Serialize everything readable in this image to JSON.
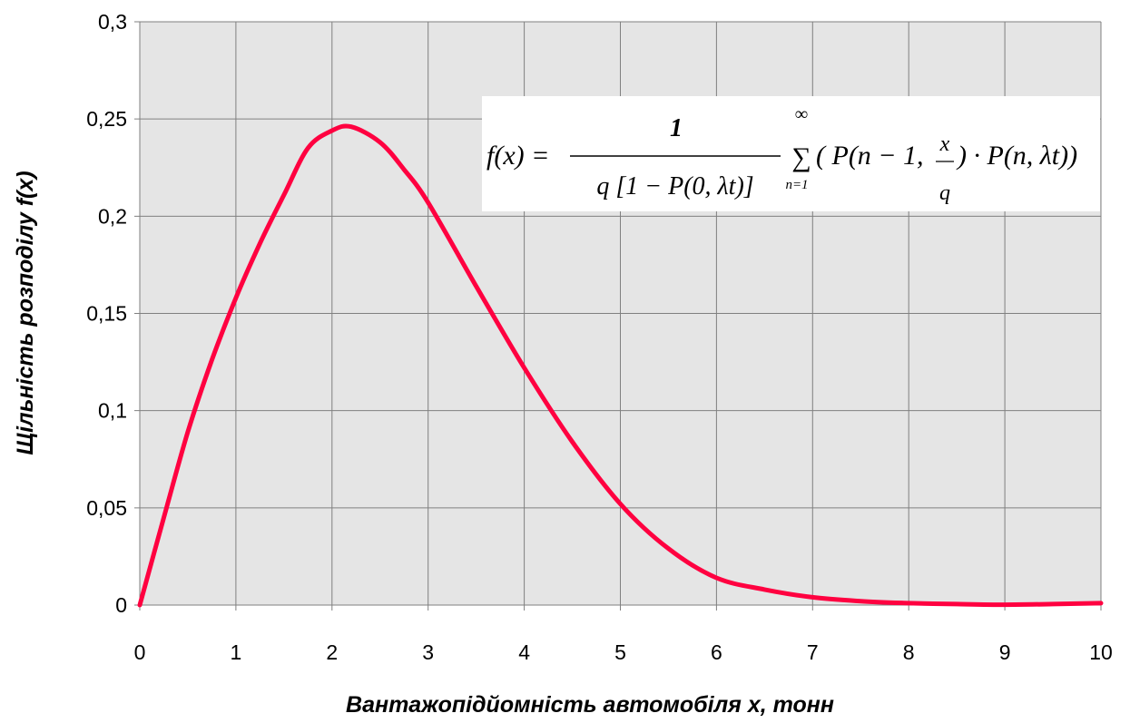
{
  "chart_data": {
    "type": "line",
    "title": "",
    "xlabel": "Вантажопідйомність автомобіля х, тонн",
    "ylabel": "Щільність розподілу f(x)",
    "xlim": [
      0,
      10
    ],
    "ylim": [
      0,
      0.3
    ],
    "x_ticks": [
      "0",
      "1",
      "2",
      "3",
      "4",
      "5",
      "6",
      "7",
      "8",
      "9",
      "10"
    ],
    "y_ticks": [
      "0",
      "0,05",
      "0,1",
      "0,15",
      "0,2",
      "0,25",
      "0,3"
    ],
    "grid": true,
    "legend": "none",
    "series": [
      {
        "color": "#ff0040",
        "x": [
          0,
          0.25,
          0.5,
          0.75,
          1,
          1.25,
          1.5,
          1.75,
          2,
          2.2,
          2.5,
          2.75,
          3,
          3.5,
          4,
          4.5,
          5,
          5.5,
          6,
          6.5,
          7,
          7.5,
          8,
          8.5,
          9,
          9.5,
          10
        ],
        "y": [
          0,
          0.045,
          0.089,
          0.126,
          0.158,
          0.186,
          0.211,
          0.235,
          0.244,
          0.246,
          0.238,
          0.224,
          0.207,
          0.164,
          0.122,
          0.084,
          0.052,
          0.029,
          0.014,
          0.008,
          0.004,
          0.002,
          0.001,
          0.0005,
          0.0002,
          0.0005,
          0.001
        ]
      }
    ],
    "annotation": {
      "lhs": "f(x) =",
      "numerator": "1",
      "denominator": "q [1 − P(0, λt)]",
      "sum_top": "∞",
      "sum_symbol": "∑",
      "sum_bottom": "n=1",
      "summand_a": "( P(n − 1, ",
      "frac_num": "x",
      "frac_den": "q",
      "summand_b": ") · P(n, λt))"
    }
  }
}
